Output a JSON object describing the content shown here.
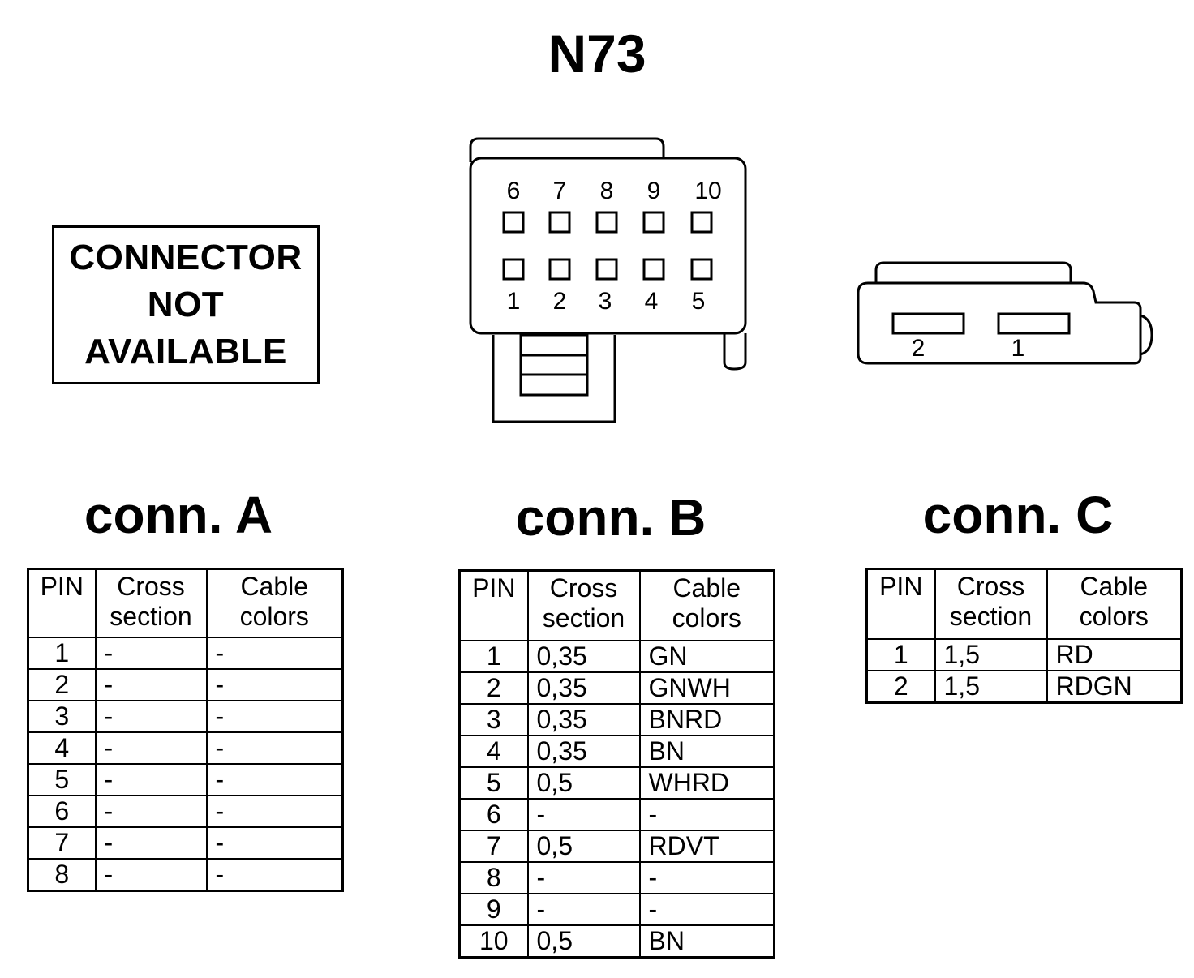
{
  "title": "N73",
  "connector_a": {
    "label": "conn. A",
    "notice": [
      "CONNECTOR",
      "NOT",
      "AVAILABLE"
    ],
    "headers": {
      "pin": "PIN",
      "cross": [
        "Cross",
        "section"
      ],
      "colors": [
        "Cable",
        "colors"
      ]
    },
    "rows": [
      {
        "pin": "1",
        "cross": "-",
        "color": "-"
      },
      {
        "pin": "2",
        "cross": "-",
        "color": "-"
      },
      {
        "pin": "3",
        "cross": "-",
        "color": "-"
      },
      {
        "pin": "4",
        "cross": "-",
        "color": "-"
      },
      {
        "pin": "5",
        "cross": "-",
        "color": "-"
      },
      {
        "pin": "6",
        "cross": "-",
        "color": "-"
      },
      {
        "pin": "7",
        "cross": "-",
        "color": "-"
      },
      {
        "pin": "8",
        "cross": "-",
        "color": "-"
      }
    ]
  },
  "connector_b": {
    "label": "conn. B",
    "pins_top": [
      "6",
      "7",
      "8",
      "9",
      "10"
    ],
    "pins_bottom": [
      "1",
      "2",
      "3",
      "4",
      "5"
    ],
    "headers": {
      "pin": "PIN",
      "cross": [
        "Cross",
        "section"
      ],
      "colors": [
        "Cable",
        "colors"
      ]
    },
    "rows": [
      {
        "pin": "1",
        "cross": "0,35",
        "color": "GN"
      },
      {
        "pin": "2",
        "cross": "0,35",
        "color": "GNWH"
      },
      {
        "pin": "3",
        "cross": "0,35",
        "color": "BNRD"
      },
      {
        "pin": "4",
        "cross": "0,35",
        "color": "BN"
      },
      {
        "pin": "5",
        "cross": "0,5",
        "color": "WHRD"
      },
      {
        "pin": "6",
        "cross": "-",
        "color": "-"
      },
      {
        "pin": "7",
        "cross": "0,5",
        "color": "RDVT"
      },
      {
        "pin": "8",
        "cross": "-",
        "color": "-"
      },
      {
        "pin": "9",
        "cross": "-",
        "color": "-"
      },
      {
        "pin": "10",
        "cross": "0,5",
        "color": "BN"
      }
    ]
  },
  "connector_c": {
    "label": "conn. C",
    "pins": [
      "2",
      "1"
    ],
    "headers": {
      "pin": "PIN",
      "cross": [
        "Cross",
        "section"
      ],
      "colors": [
        "Cable",
        "colors"
      ]
    },
    "rows": [
      {
        "pin": "1",
        "cross": "1,5",
        "color": "RD"
      },
      {
        "pin": "2",
        "cross": "1,5",
        "color": "RDGN"
      }
    ]
  }
}
